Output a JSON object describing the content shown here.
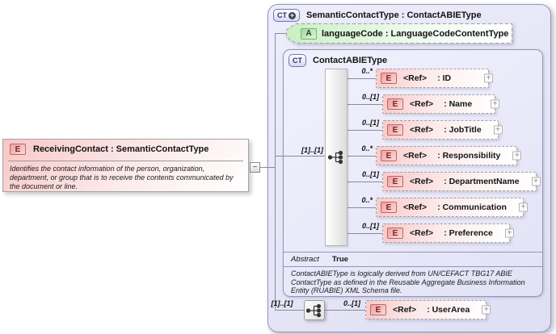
{
  "icons": {
    "element_badge": "E",
    "attribute_badge": "A",
    "complex_type_badge": "CT",
    "expand": "+",
    "collapse": "−"
  },
  "colors": {
    "element_fill": "#f8caca",
    "attribute_fill": "#c9f0c2",
    "container_fill": "#e6e6f7",
    "type_badge_border": "#7474ac",
    "element_badge_border": "#b76868",
    "wire": "#8a8a9c"
  },
  "left_element": {
    "title": "ReceivingContact : SemanticContactType",
    "description": "Identifies the contact information of the person, organization, department, or group that is to receive the contents communicated by the document or line."
  },
  "container": {
    "title": "SemanticContactType : ContactABIEType",
    "attribute": {
      "title": "languageCode : LanguageCodeContentType"
    },
    "type_box": {
      "title": "ContactABIEType",
      "group_cardinality": "[1]..[1]",
      "elements": [
        {
          "cardinality": "0..*",
          "name": "<Ref>",
          "type_label": ": ID"
        },
        {
          "cardinality": "0..[1]",
          "name": "<Ref>",
          "type_label": ": Name"
        },
        {
          "cardinality": "0..[1]",
          "name": "<Ref>",
          "type_label": ": JobTitle"
        },
        {
          "cardinality": "0..*",
          "name": "<Ref>",
          "type_label": ": Responsibility"
        },
        {
          "cardinality": "0..[1]",
          "name": "<Ref>",
          "type_label": ": DepartmentName"
        },
        {
          "cardinality": "0..*",
          "name": "<Ref>",
          "type_label": ": Communication"
        },
        {
          "cardinality": "0..[1]",
          "name": "<Ref>",
          "type_label": ": Preference"
        }
      ],
      "abstract_label": "Abstract",
      "abstract_value": "True",
      "description": "ContactABIEType is logically derived from UN/CEFACT TBG17 ABIE ContactType as defined in the Reusable Aggregate Business Information Entity (RUABIE) XML Schema file."
    },
    "user_area": {
      "group_cardinality": "[1]..[1]",
      "cardinality": "0..[1]",
      "name": "<Ref>",
      "type_label": ": UserArea"
    }
  }
}
